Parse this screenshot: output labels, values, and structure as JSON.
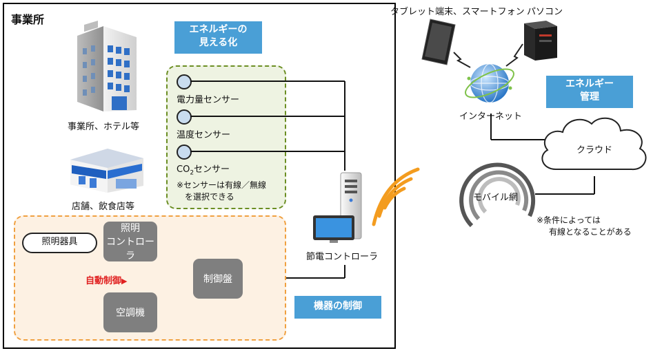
{
  "office": {
    "title": "事業所",
    "building_label": "事業所、ホテル等",
    "shop_label": "店舗、飲食店等"
  },
  "visualization": {
    "label_line1": "エネルギーの",
    "label_line2": "見える化"
  },
  "sensors": [
    {
      "label": "電力量センサー"
    },
    {
      "label": "温度センサー"
    },
    {
      "label_pre": "CO",
      "label_sub": "2",
      "label_post": "センサー"
    }
  ],
  "sensor_note_line1": "※センサーは有線／無線",
  "sensor_note_line2": "を選択できる",
  "controller_label": "節電コントローラ",
  "equipment": {
    "label": "機器の制御",
    "lighting_device": "照明器具",
    "lighting_controller_line1": "照明",
    "lighting_controller_line2": "コントローラ",
    "auto_control": "自動制御",
    "aircon": "空調機",
    "control_panel": "制御盤"
  },
  "network": {
    "tablet_label": "タブレット端末、スマートフォン",
    "pc_label": "パソコン",
    "internet_label": "インターネット",
    "mgmt_line1": "エネルギー",
    "mgmt_line2": "管理",
    "cloud_label": "クラウド",
    "mobile_label": "モバイル網",
    "note_line1": "※条件によっては",
    "note_line2": "有線となることがある"
  },
  "colors": {
    "label_blue": "#4a9fd6",
    "green_dash": "#6b8e23",
    "green_fill": "#eef3e2",
    "orange_dash": "#f0a040",
    "orange_fill": "#fdf1e3",
    "gray_box": "#7f7f7f",
    "auto_red": "#e02020",
    "wave_orange": "#f39c1f"
  }
}
